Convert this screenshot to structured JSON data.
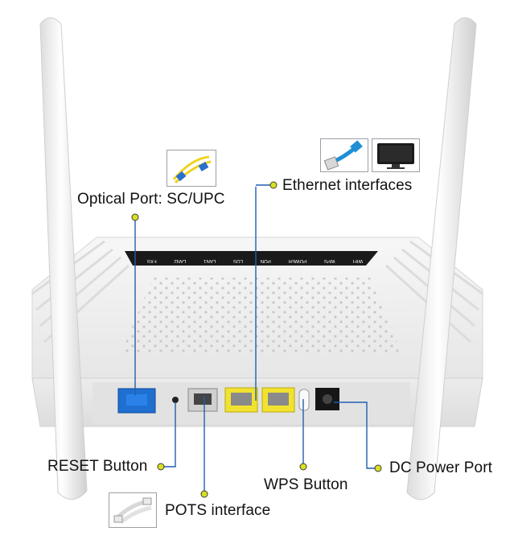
{
  "callouts": {
    "optical_port": "Optical Port: SC/UPC",
    "ethernet": "Ethernet interfaces",
    "reset": "RESET Button",
    "pots": "POTS interface",
    "wps": "WPS Button",
    "dc_power": "DC Power Port"
  },
  "device_panel": {
    "indicators": [
      "WIFI",
      "WPS",
      "POWER",
      "PON",
      "LOS",
      "LAN1",
      "LAN2",
      "FXS"
    ]
  },
  "colors": {
    "leader_line": "#1f5fb0",
    "dot_fill": "#d9e021",
    "optical_port": "#1e6fd0",
    "ethernet_port": "#f2e230",
    "device_body": "#f2f2f2"
  },
  "icons": {
    "optical": "fiber-patch-cord-icon",
    "ethernet": "ethernet-cable-icon",
    "monitor": "monitor-icon",
    "phone": "phone-cord-icon"
  }
}
